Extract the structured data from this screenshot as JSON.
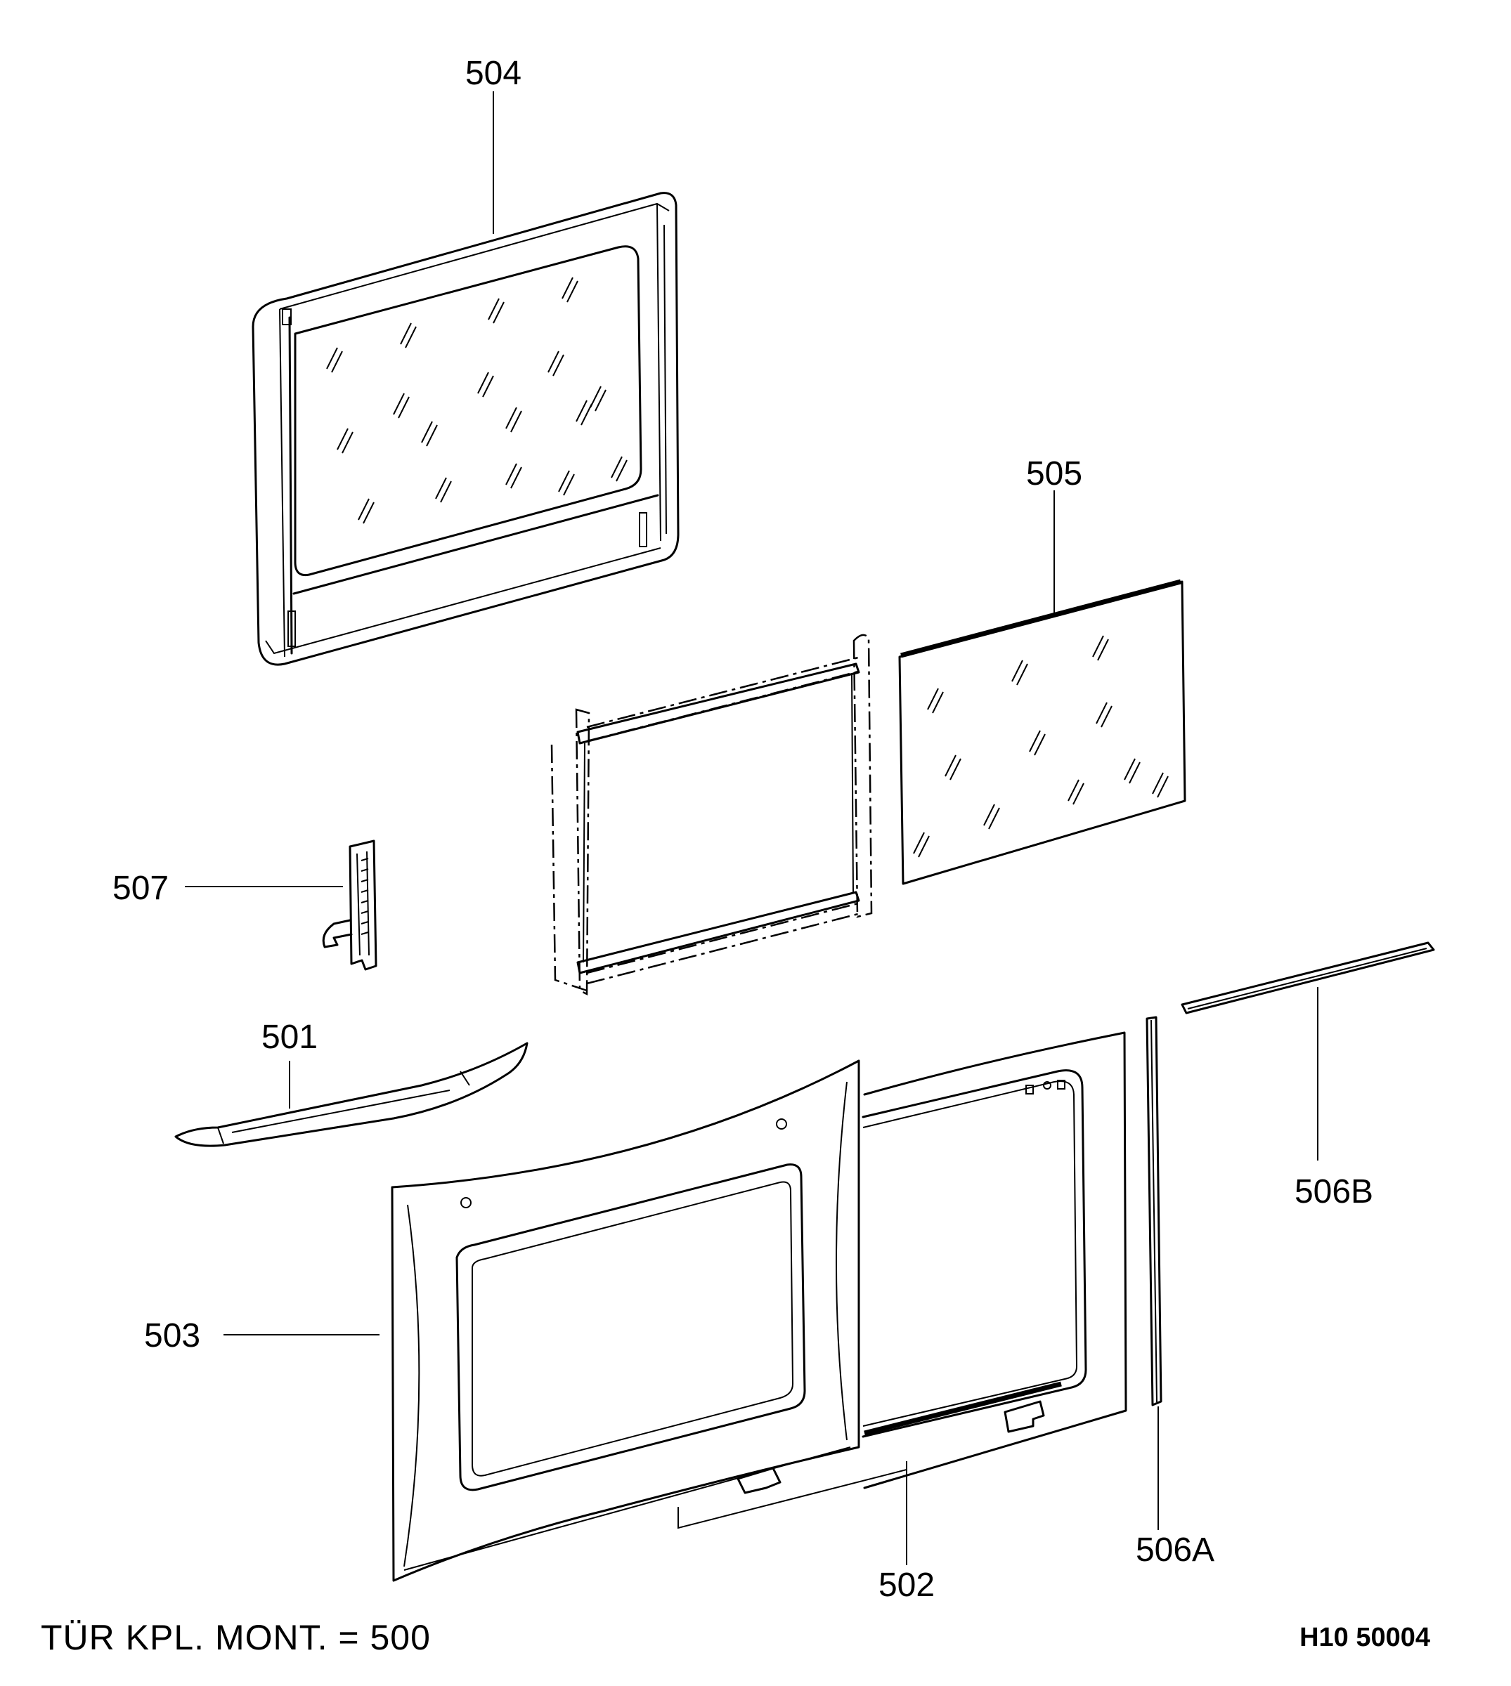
{
  "drawing": {
    "parts": [
      {
        "id": "p504",
        "label": "504"
      },
      {
        "id": "p505",
        "label": "505"
      },
      {
        "id": "p507",
        "label": "507"
      },
      {
        "id": "p501",
        "label": "501"
      },
      {
        "id": "p503",
        "label": "503"
      },
      {
        "id": "p502",
        "label": "502"
      },
      {
        "id": "p506a",
        "label": "506A"
      },
      {
        "id": "p506b",
        "label": "506B"
      }
    ],
    "assembly_note": "TÜR  KPL. MONT. = 500",
    "drawing_number": "H10 50004"
  }
}
